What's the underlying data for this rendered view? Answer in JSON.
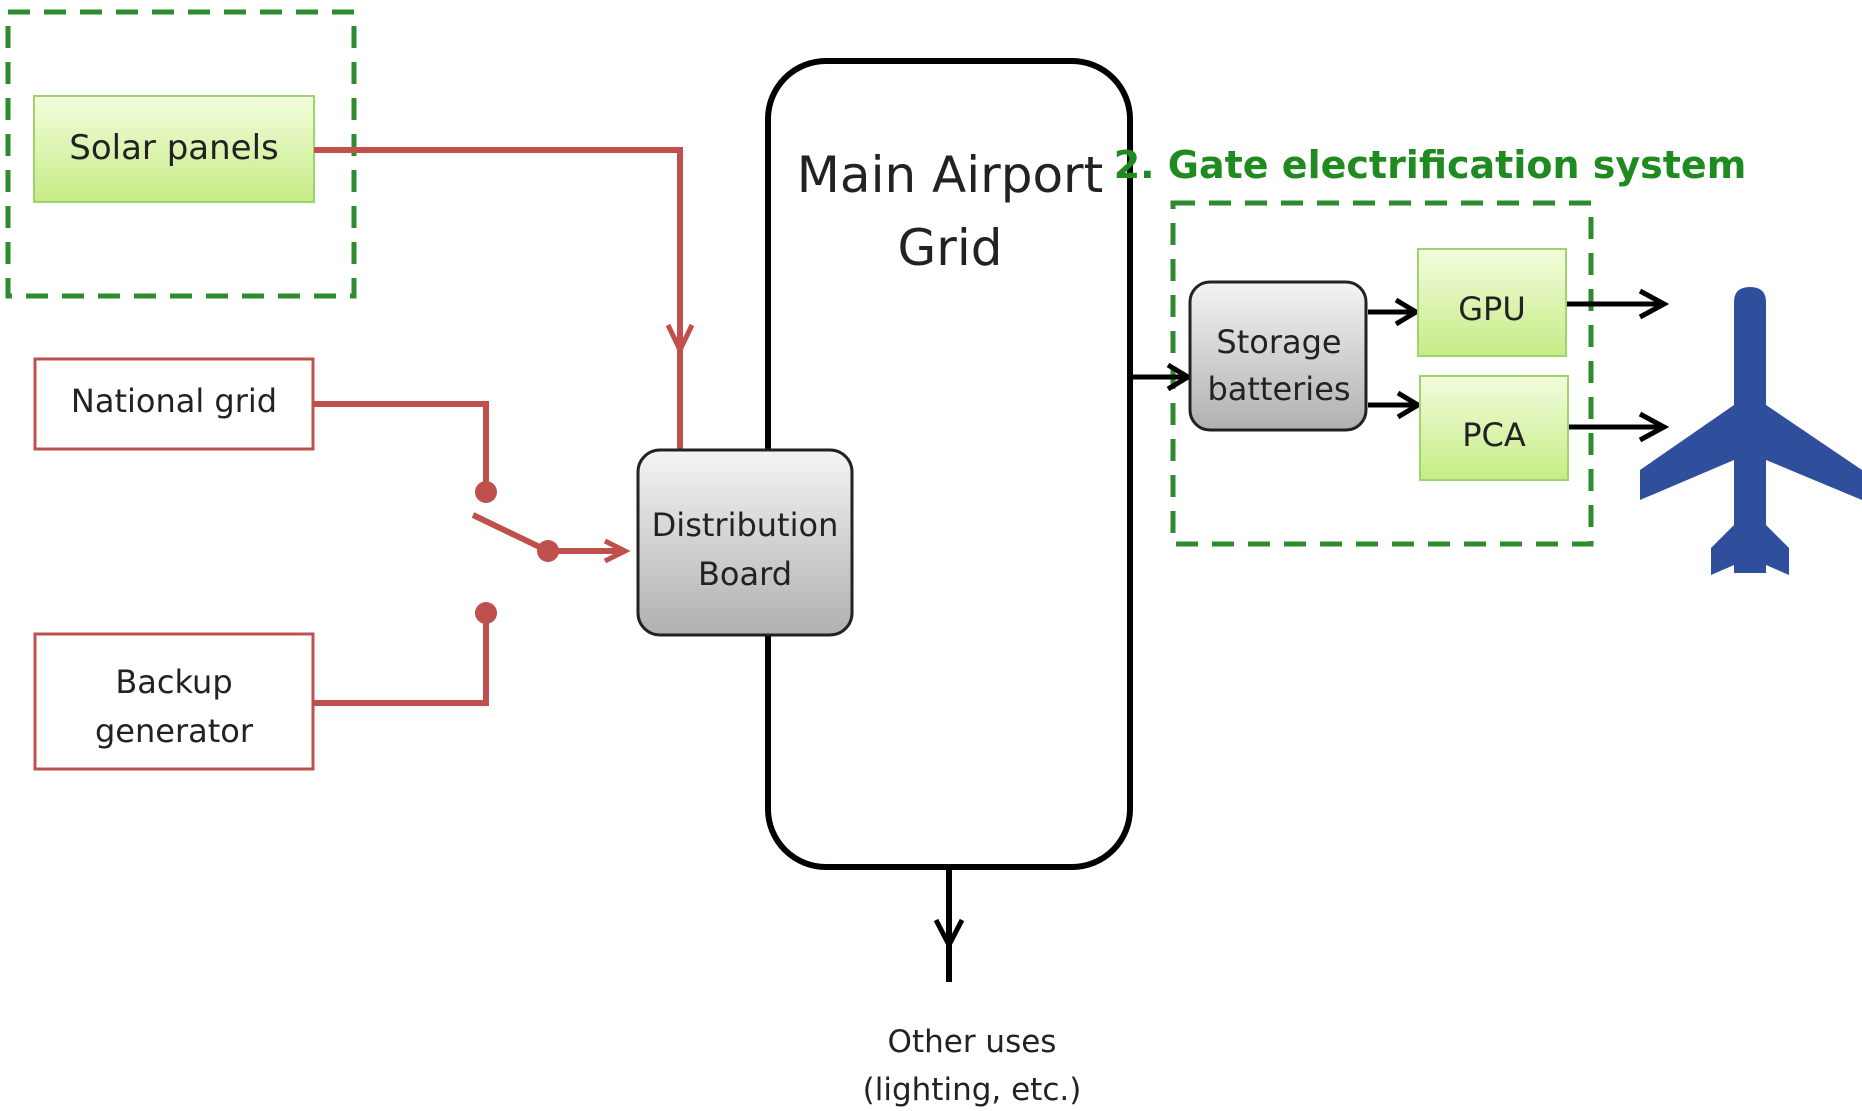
{
  "diagram": {
    "source_group": {
      "solar_panels": "Solar panels"
    },
    "sources": {
      "national_grid": "National grid",
      "backup_generator": [
        "Backup",
        "generator"
      ]
    },
    "distribution_board": [
      "Distribution",
      "Board"
    ],
    "main_grid": [
      "Main Airport",
      "Grid"
    ],
    "gate_system": {
      "title": "2. Gate electrification system",
      "storage_batteries": [
        "Storage",
        "batteries"
      ],
      "gpu": "GPU",
      "pca": "PCA"
    },
    "other_uses": [
      "Other uses",
      "(lighting, etc.)"
    ],
    "aircraft_icon": "airplane-icon"
  },
  "colors": {
    "red_line": "#c0504d",
    "green_dash": "#2e8b2e",
    "green_fill_top": "#f2fbd9",
    "green_fill_bottom": "#c9ee8a",
    "green_border": "#9bd36a",
    "gray_fill_top": "#f2f2f2",
    "gray_fill_bottom": "#b4b4b4",
    "navy_plane": "#2e4f9b",
    "title_green": "#1f8a1f"
  }
}
